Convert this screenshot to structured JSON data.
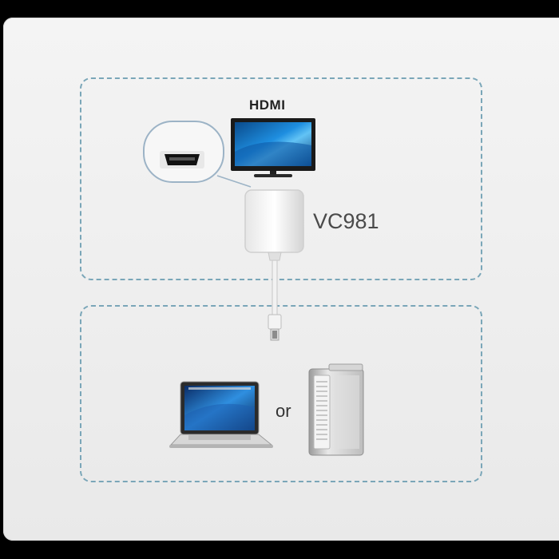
{
  "diagram": {
    "monitor_label": "HDMI",
    "adapter_label": "VC981",
    "or_label": "or"
  },
  "icons": {
    "monitor": "hdmi-monitor-icon",
    "port": "hdmi-port-icon",
    "adapter": "vc981-adapter-icon",
    "connector": "mini-displayport-connector-icon",
    "laptop": "laptop-icon",
    "tower": "desktop-tower-icon"
  },
  "colors": {
    "zone_border": "#7aa6b8",
    "screen_blue": "#1b7fd1"
  }
}
